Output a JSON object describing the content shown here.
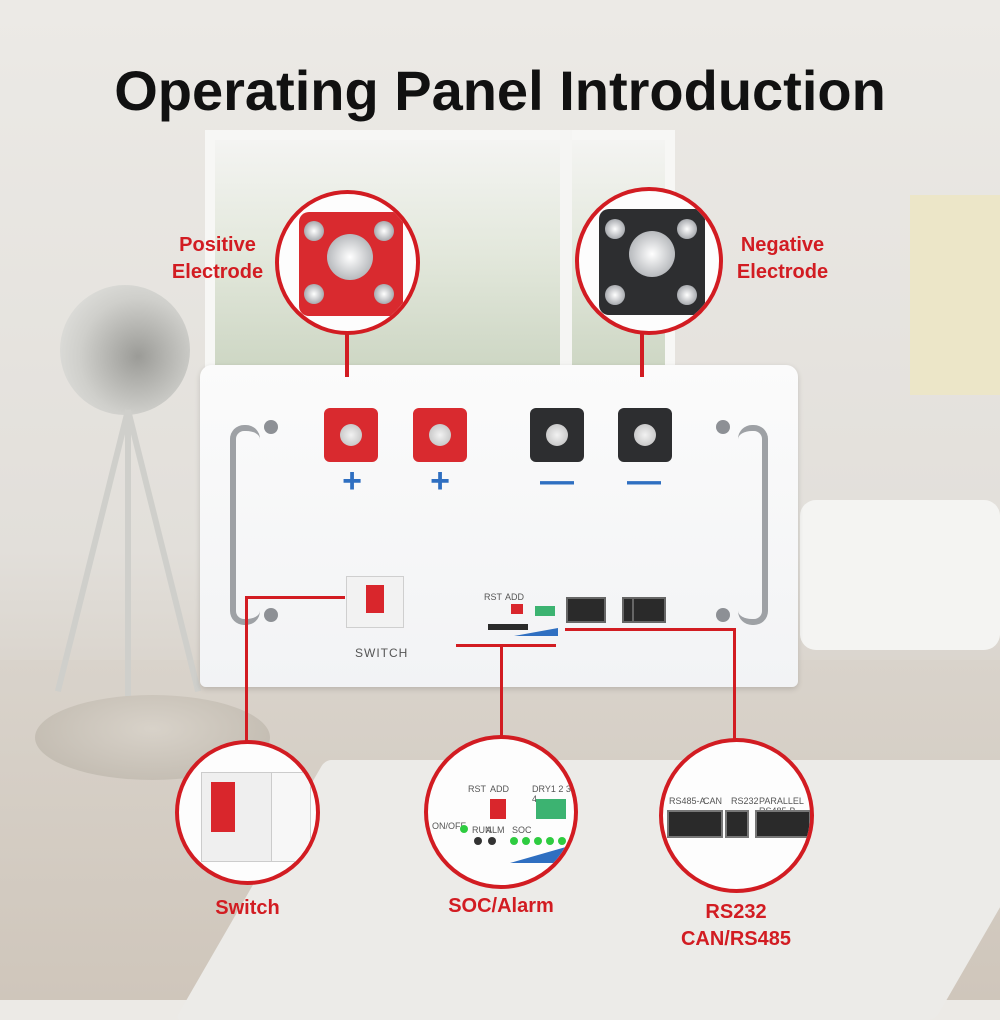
{
  "title": "Operating Panel Introduction",
  "callouts": {
    "positive": "Positive\nElectrode",
    "negative": "Negative\nElectrode",
    "switch": "Switch",
    "soc": "SOC/Alarm",
    "comm": "RS232\nCAN/RS485"
  },
  "panel": {
    "switch_label": "SWITCH",
    "plus_sign": "+",
    "minus_sign": "—",
    "rst": "RST",
    "add": "ADD",
    "dry": "DRY1 2 3 4",
    "on_off": "ON/OFF",
    "run": "RUN",
    "alm": "ALM",
    "soc": "SOC",
    "rs485a": "RS485-A",
    "can": "CAN",
    "rs232": "RS232",
    "parallel": "PARALLEL RS485-B"
  },
  "colors": {
    "accent": "#d21c22",
    "sign": "#2f6fc1"
  }
}
